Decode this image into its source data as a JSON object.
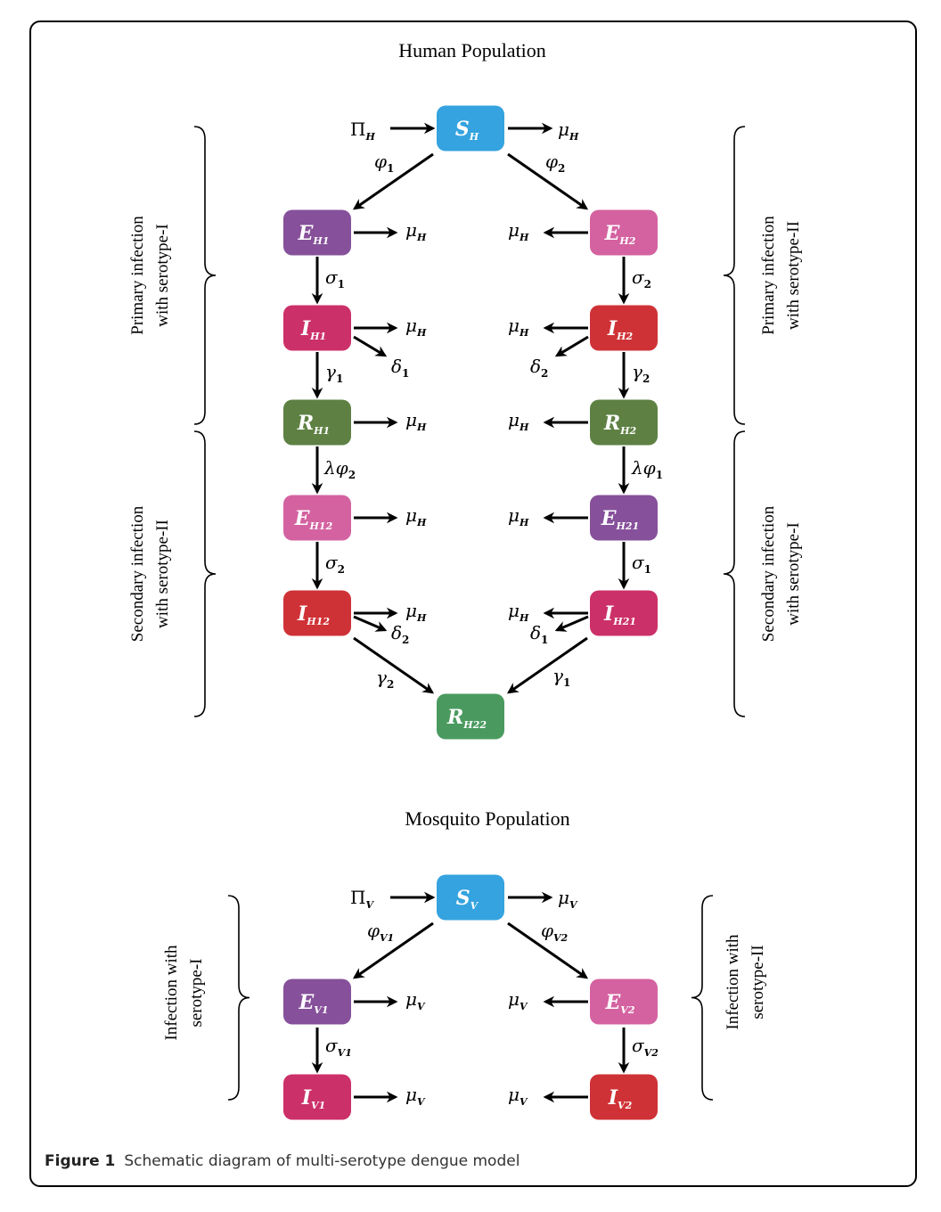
{
  "human_section": {
    "title": "Human Population",
    "braces": [
      {
        "side": "left",
        "line1": "Primary infection",
        "line2": "with serotype-I"
      },
      {
        "side": "left",
        "line1": "Secondary infection",
        "line2": "with serotype-II"
      },
      {
        "side": "right",
        "line1": "Primary infection",
        "line2": "with serotype-II"
      },
      {
        "side": "right",
        "line1": "Secondary infection",
        "line2": "with serotype-I"
      }
    ],
    "compartments": [
      {
        "id": "SH",
        "main": "S",
        "sub": "H",
        "color": "#35A3DF"
      },
      {
        "id": "EH1",
        "main": "E",
        "sub": "H1",
        "color": "#86509A"
      },
      {
        "id": "EH2",
        "main": "E",
        "sub": "H2",
        "color": "#D462A0"
      },
      {
        "id": "IH1",
        "main": "I",
        "sub": "H1",
        "color": "#CC3068"
      },
      {
        "id": "IH2",
        "main": "I",
        "sub": "H2",
        "color": "#CF3236"
      },
      {
        "id": "RH1",
        "main": "R",
        "sub": "H1",
        "color": "#5E8143"
      },
      {
        "id": "RH2",
        "main": "R",
        "sub": "H2",
        "color": "#5E8143"
      },
      {
        "id": "EH12",
        "main": "E",
        "sub": "H12",
        "color": "#D462A0"
      },
      {
        "id": "EH21",
        "main": "E",
        "sub": "H21",
        "color": "#86509A"
      },
      {
        "id": "IH12",
        "main": "I",
        "sub": "H12",
        "color": "#CF3236"
      },
      {
        "id": "IH21",
        "main": "I",
        "sub": "H21",
        "color": "#CC3068"
      },
      {
        "id": "RH22",
        "main": "R",
        "sub": "H22",
        "color": "#4A9A5F"
      }
    ],
    "rates": {
      "recruitment": {
        "sym": "Π",
        "sub": "H"
      },
      "mortality": {
        "sym": "μ",
        "sub": "H"
      },
      "phi1": {
        "sym": "φ",
        "sub": "1"
      },
      "phi2": {
        "sym": "φ",
        "sub": "2"
      },
      "sigma1": {
        "sym": "σ",
        "sub": "1"
      },
      "sigma2": {
        "sym": "σ",
        "sub": "2"
      },
      "gamma1": {
        "sym": "γ",
        "sub": "1"
      },
      "gamma2": {
        "sym": "γ",
        "sub": "2"
      },
      "delta1": {
        "sym": "δ",
        "sub": "1"
      },
      "delta2": {
        "sym": "δ",
        "sub": "2"
      },
      "lambda_phi2": {
        "sym": "λφ",
        "sub": "2"
      },
      "lambda_phi1": {
        "sym": "λφ",
        "sub": "1"
      }
    }
  },
  "mosquito_section": {
    "title": "Mosquito Population",
    "braces": [
      {
        "side": "left",
        "line1": "Infection with",
        "line2": "serotype-I"
      },
      {
        "side": "right",
        "line1": "Infection with",
        "line2": "serotype-II"
      }
    ],
    "compartments": [
      {
        "id": "SV",
        "main": "S",
        "sub": "V",
        "color": "#35A3DF"
      },
      {
        "id": "EV1",
        "main": "E",
        "sub": "V1",
        "color": "#86509A"
      },
      {
        "id": "EV2",
        "main": "E",
        "sub": "V2",
        "color": "#D462A0"
      },
      {
        "id": "IV1",
        "main": "I",
        "sub": "V1",
        "color": "#CC3068"
      },
      {
        "id": "IV2",
        "main": "I",
        "sub": "V2",
        "color": "#CF3236"
      }
    ],
    "rates": {
      "recruitment": {
        "sym": "Π",
        "sub": "V"
      },
      "mortality": {
        "sym": "μ",
        "sub": "V"
      },
      "phiV1": {
        "sym": "φ",
        "sub": "V1"
      },
      "phiV2": {
        "sym": "φ",
        "sub": "V2"
      },
      "sigmaV1": {
        "sym": "σ",
        "sub": "V1"
      },
      "sigmaV2": {
        "sym": "σ",
        "sub": "V2"
      }
    }
  },
  "caption": {
    "label": "Figure 1",
    "text": "Schematic diagram of multi-serotype dengue model"
  }
}
